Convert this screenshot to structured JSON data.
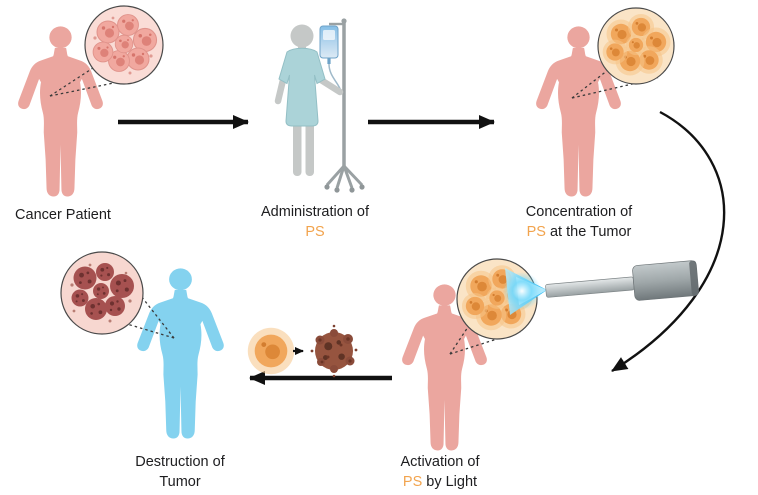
{
  "colors": {
    "body_pink": "#eba69f",
    "body_blue": "#84d2ef",
    "ps_orange": "#f2a44e",
    "text_dark": "#1d1d1f",
    "gown_teal": "#abd3d8",
    "patient_gray": "#c5c8c7",
    "light_blue": "#2fbdf2",
    "tumor_cell_pink": "#f1a89f",
    "ps_cell_orange": "#f1a75c",
    "destroyed_cell_red": "#a65150"
  },
  "steps": {
    "step1": {
      "label": "Cancer Patient"
    },
    "step2": {
      "line1": "Administration of",
      "ps": "PS"
    },
    "step3": {
      "line1": "Concentration of",
      "ps": "PS",
      "line2_rest": " at the Tumor"
    },
    "step4": {
      "line1": "Activation of",
      "ps": "PS",
      "line2_rest": " by Light"
    },
    "step5": {
      "line1": "Destruction of",
      "line2": "Tumor"
    }
  }
}
